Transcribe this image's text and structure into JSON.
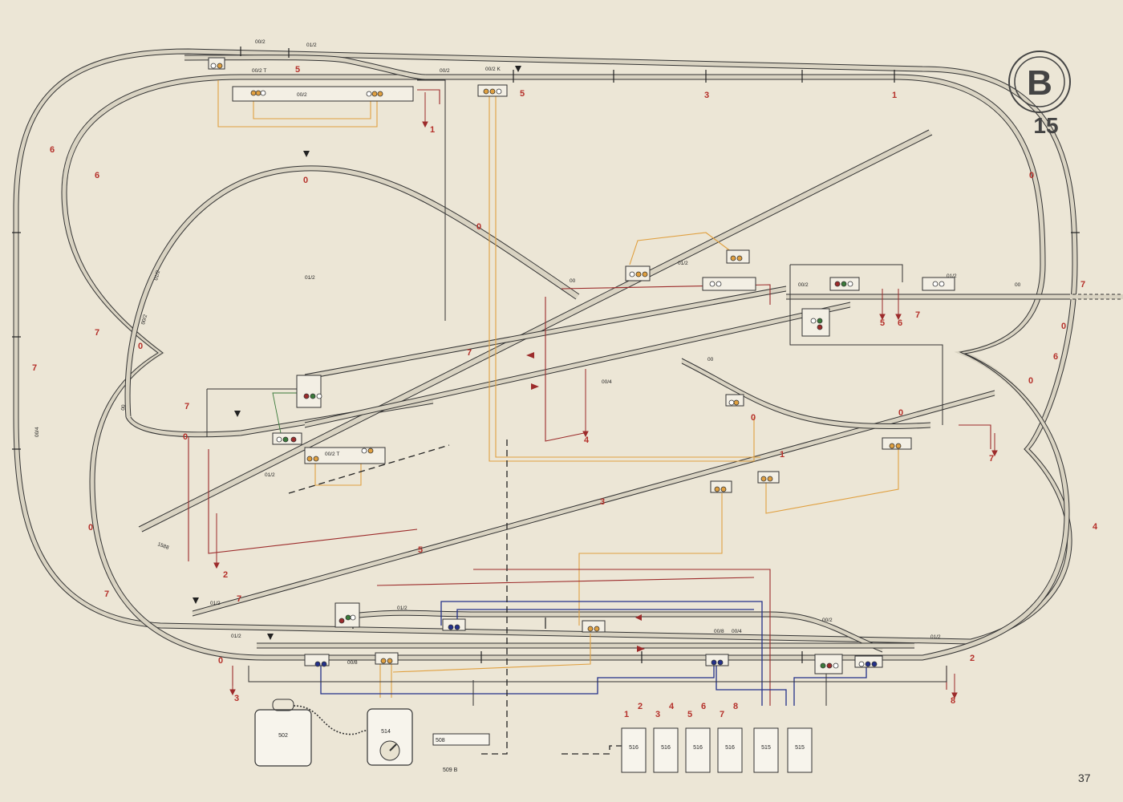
{
  "page": {
    "badge_letter": "B",
    "plate_number": "15",
    "page_number": "37"
  },
  "colors": {
    "paper": "#ece6d6",
    "rail": "#333333",
    "wire_red": "#9c2b2b",
    "wire_orange": "#e0a040",
    "wire_blue": "#23308a",
    "wire_black": "#333333",
    "label_red": "#b5302a"
  },
  "track_codes": [
    {
      "id": "c1",
      "text": "00/2"
    },
    {
      "id": "c2",
      "text": "01/2"
    },
    {
      "id": "c3",
      "text": "00/2 T"
    },
    {
      "id": "c4",
      "text": "00/2"
    },
    {
      "id": "c5",
      "text": "00/2"
    },
    {
      "id": "c6",
      "text": "00/2 K"
    },
    {
      "id": "c7",
      "text": "01/2"
    },
    {
      "id": "c8",
      "text": "00/2"
    },
    {
      "id": "c9",
      "text": "00"
    },
    {
      "id": "c10",
      "text": "00"
    },
    {
      "id": "c11",
      "text": "01/2"
    },
    {
      "id": "c12",
      "text": "00/2"
    },
    {
      "id": "c13",
      "text": "00/4"
    },
    {
      "id": "c14",
      "text": "00"
    },
    {
      "id": "c15",
      "text": "00/4"
    },
    {
      "id": "c16",
      "text": "00"
    },
    {
      "id": "c17",
      "text": "01/2"
    },
    {
      "id": "c18",
      "text": "00/2 T"
    },
    {
      "id": "c19",
      "text": "1588"
    },
    {
      "id": "c20",
      "text": "01/2"
    },
    {
      "id": "c21",
      "text": "01/2"
    },
    {
      "id": "c22",
      "text": "01/2"
    },
    {
      "id": "c23",
      "text": "00/8"
    },
    {
      "id": "c24",
      "text": "00/8"
    },
    {
      "id": "c25",
      "text": "00/4"
    },
    {
      "id": "c26",
      "text": "00/2"
    },
    {
      "id": "c27",
      "text": "01/2"
    },
    {
      "id": "c28",
      "text": "01/2"
    },
    {
      "id": "c29",
      "text": "01/2"
    }
  ],
  "circuit_numbers": [
    {
      "id": "n1",
      "text": "5"
    },
    {
      "id": "n2",
      "text": "5"
    },
    {
      "id": "n3",
      "text": "3"
    },
    {
      "id": "n4",
      "text": "1"
    },
    {
      "id": "n5",
      "text": "1"
    },
    {
      "id": "n6",
      "text": "6"
    },
    {
      "id": "n7",
      "text": "6"
    },
    {
      "id": "n8",
      "text": "0"
    },
    {
      "id": "n9",
      "text": "0"
    },
    {
      "id": "n10",
      "text": "0"
    },
    {
      "id": "n11",
      "text": "7"
    },
    {
      "id": "n12",
      "text": "7"
    },
    {
      "id": "n13",
      "text": "0"
    },
    {
      "id": "n14",
      "text": "7"
    },
    {
      "id": "n15",
      "text": "7"
    },
    {
      "id": "n16",
      "text": "0"
    },
    {
      "id": "n17",
      "text": "5"
    },
    {
      "id": "n18",
      "text": "6"
    },
    {
      "id": "n19",
      "text": "7"
    },
    {
      "id": "n20",
      "text": "0"
    },
    {
      "id": "n21",
      "text": "6"
    },
    {
      "id": "n22",
      "text": "0"
    },
    {
      "id": "n23",
      "text": "7"
    },
    {
      "id": "n24",
      "text": "4"
    },
    {
      "id": "n25",
      "text": "0"
    },
    {
      "id": "n26",
      "text": "0"
    },
    {
      "id": "n27",
      "text": "1"
    },
    {
      "id": "n28",
      "text": "3"
    },
    {
      "id": "n29",
      "text": "2"
    },
    {
      "id": "n30",
      "text": "5"
    },
    {
      "id": "n31",
      "text": "0"
    },
    {
      "id": "n32",
      "text": "4"
    },
    {
      "id": "n33",
      "text": "7"
    },
    {
      "id": "n34",
      "text": "7"
    },
    {
      "id": "n35",
      "text": "0"
    },
    {
      "id": "n36",
      "text": "3"
    },
    {
      "id": "n37",
      "text": "2"
    },
    {
      "id": "n38",
      "text": "8"
    },
    {
      "id": "n39",
      "text": "7"
    }
  ],
  "devices": {
    "transformer": "502",
    "control_box": "514",
    "distributor": "508",
    "distributor_note": "509 B",
    "panels": [
      "516",
      "516",
      "516",
      "516",
      "515",
      "515"
    ],
    "panel_outputs": [
      "1",
      "2",
      "3",
      "4",
      "5",
      "6",
      "7",
      "8"
    ]
  }
}
